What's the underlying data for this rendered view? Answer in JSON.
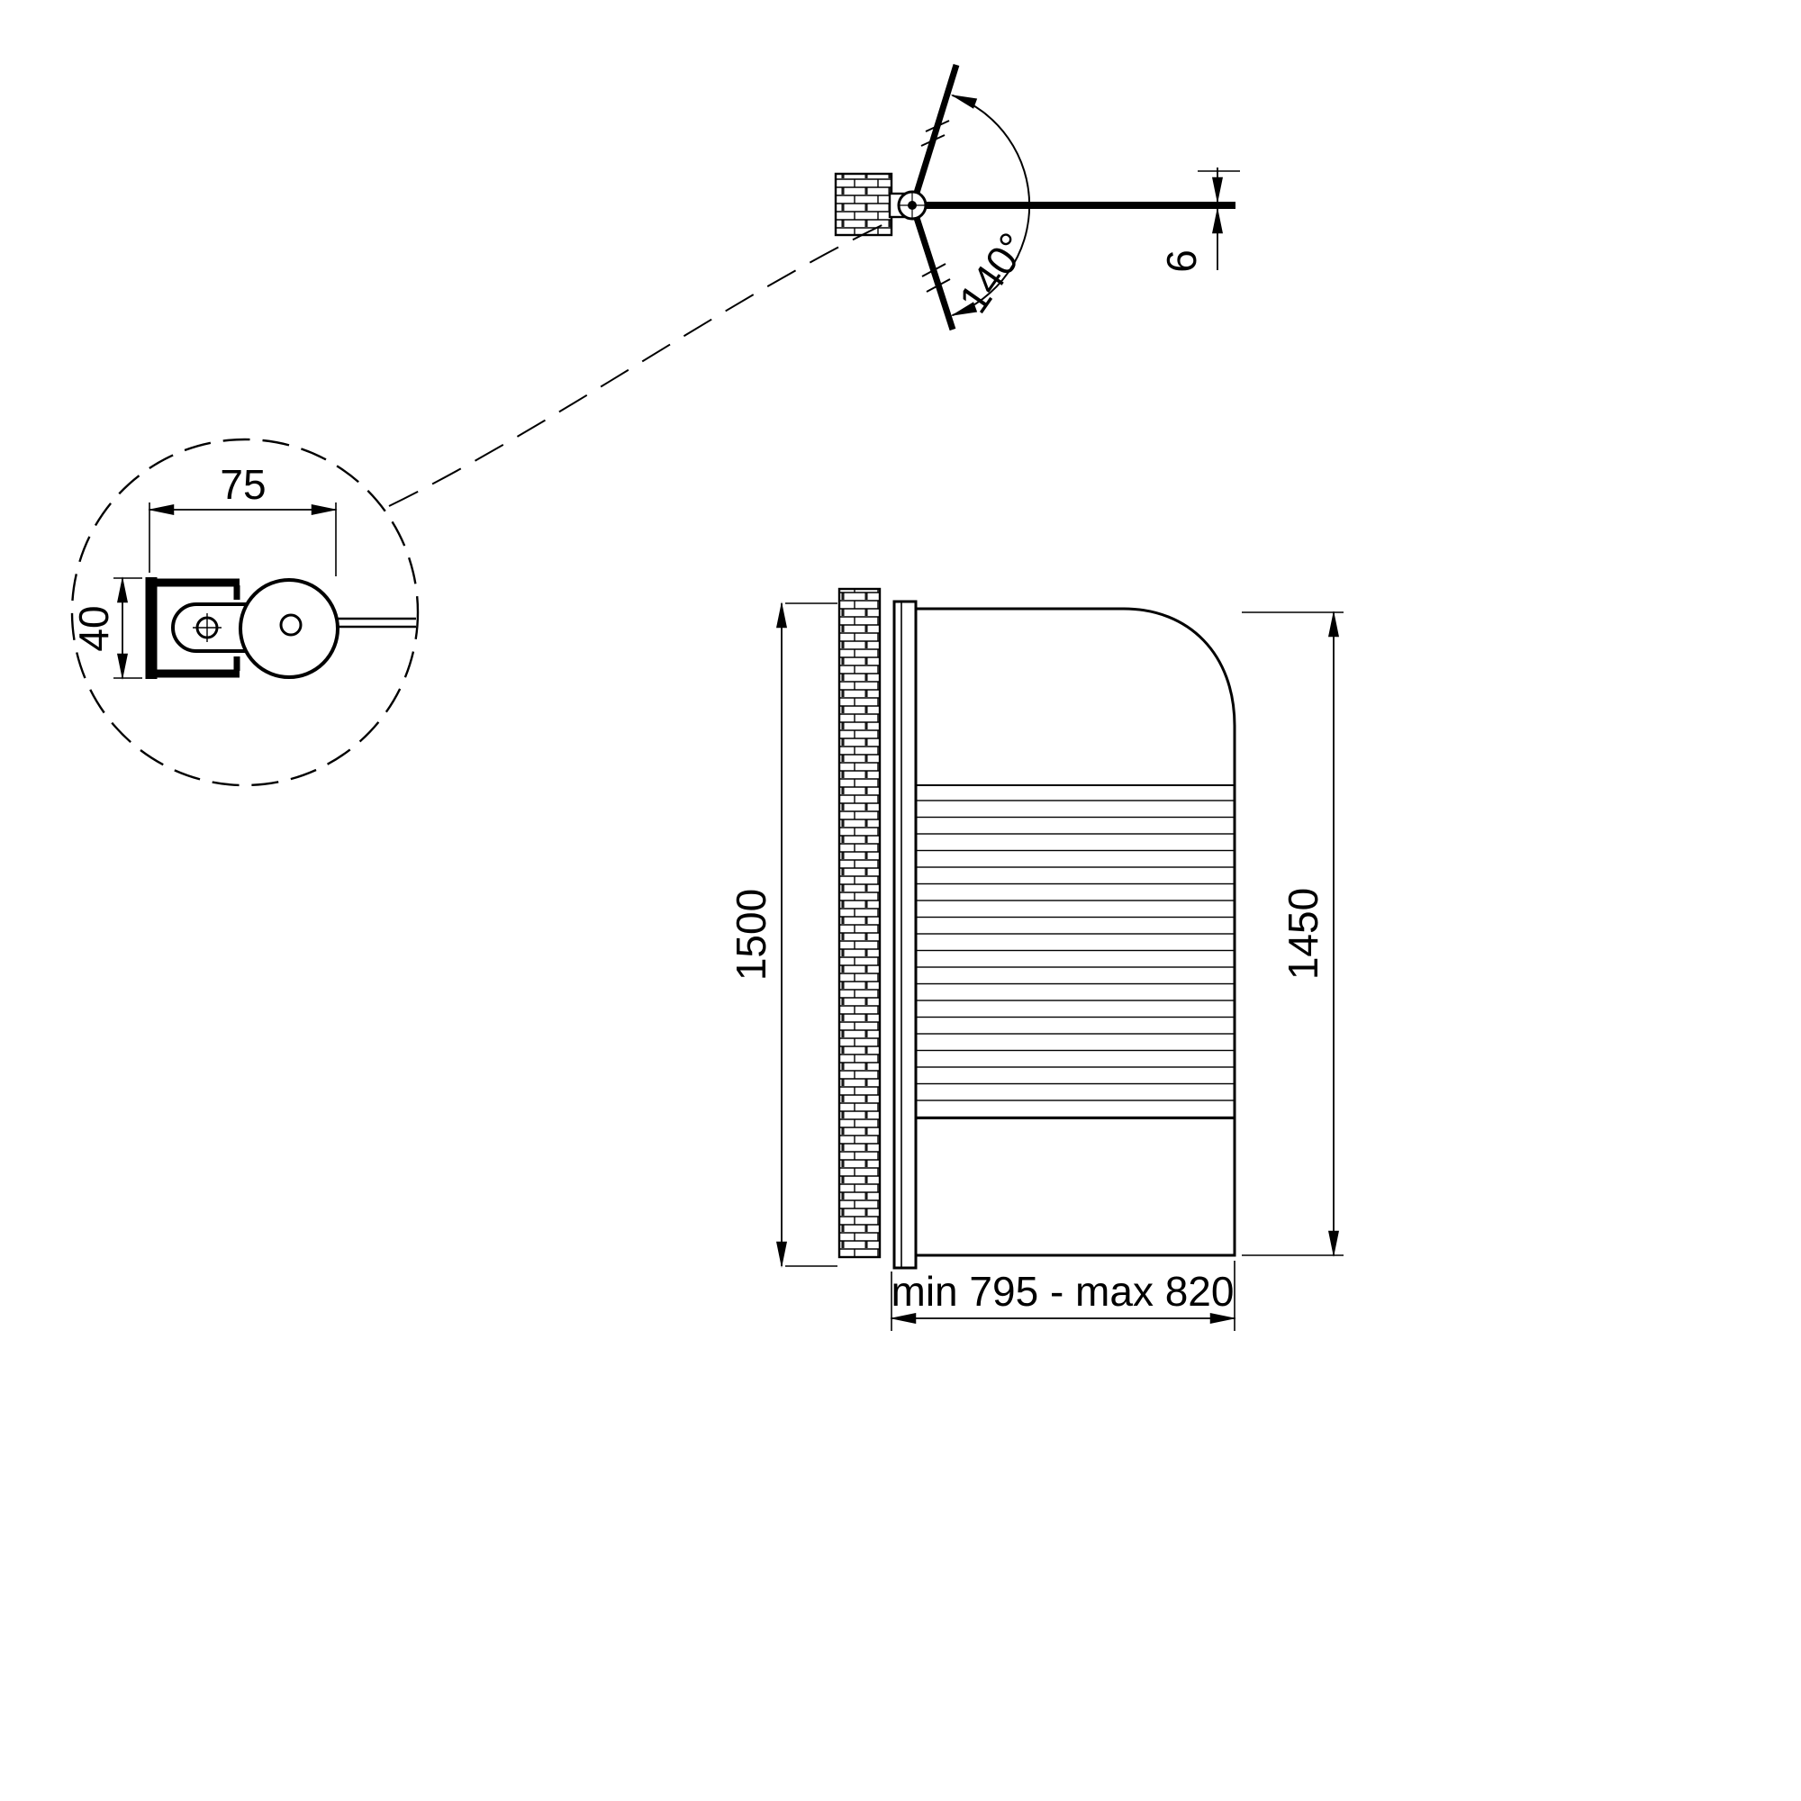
{
  "drawing": {
    "background": "#ffffff",
    "line_color": "#000000",
    "top_view": {
      "swing_angle_label": "140°",
      "glass_thickness_label": "6"
    },
    "hinge_detail": {
      "hinge_width_label": "75",
      "profile_depth_label": "40"
    },
    "front_view": {
      "overall_height_label": "1500",
      "glass_height_label": "1450",
      "width_range_label": "min 795 - max 820"
    }
  }
}
